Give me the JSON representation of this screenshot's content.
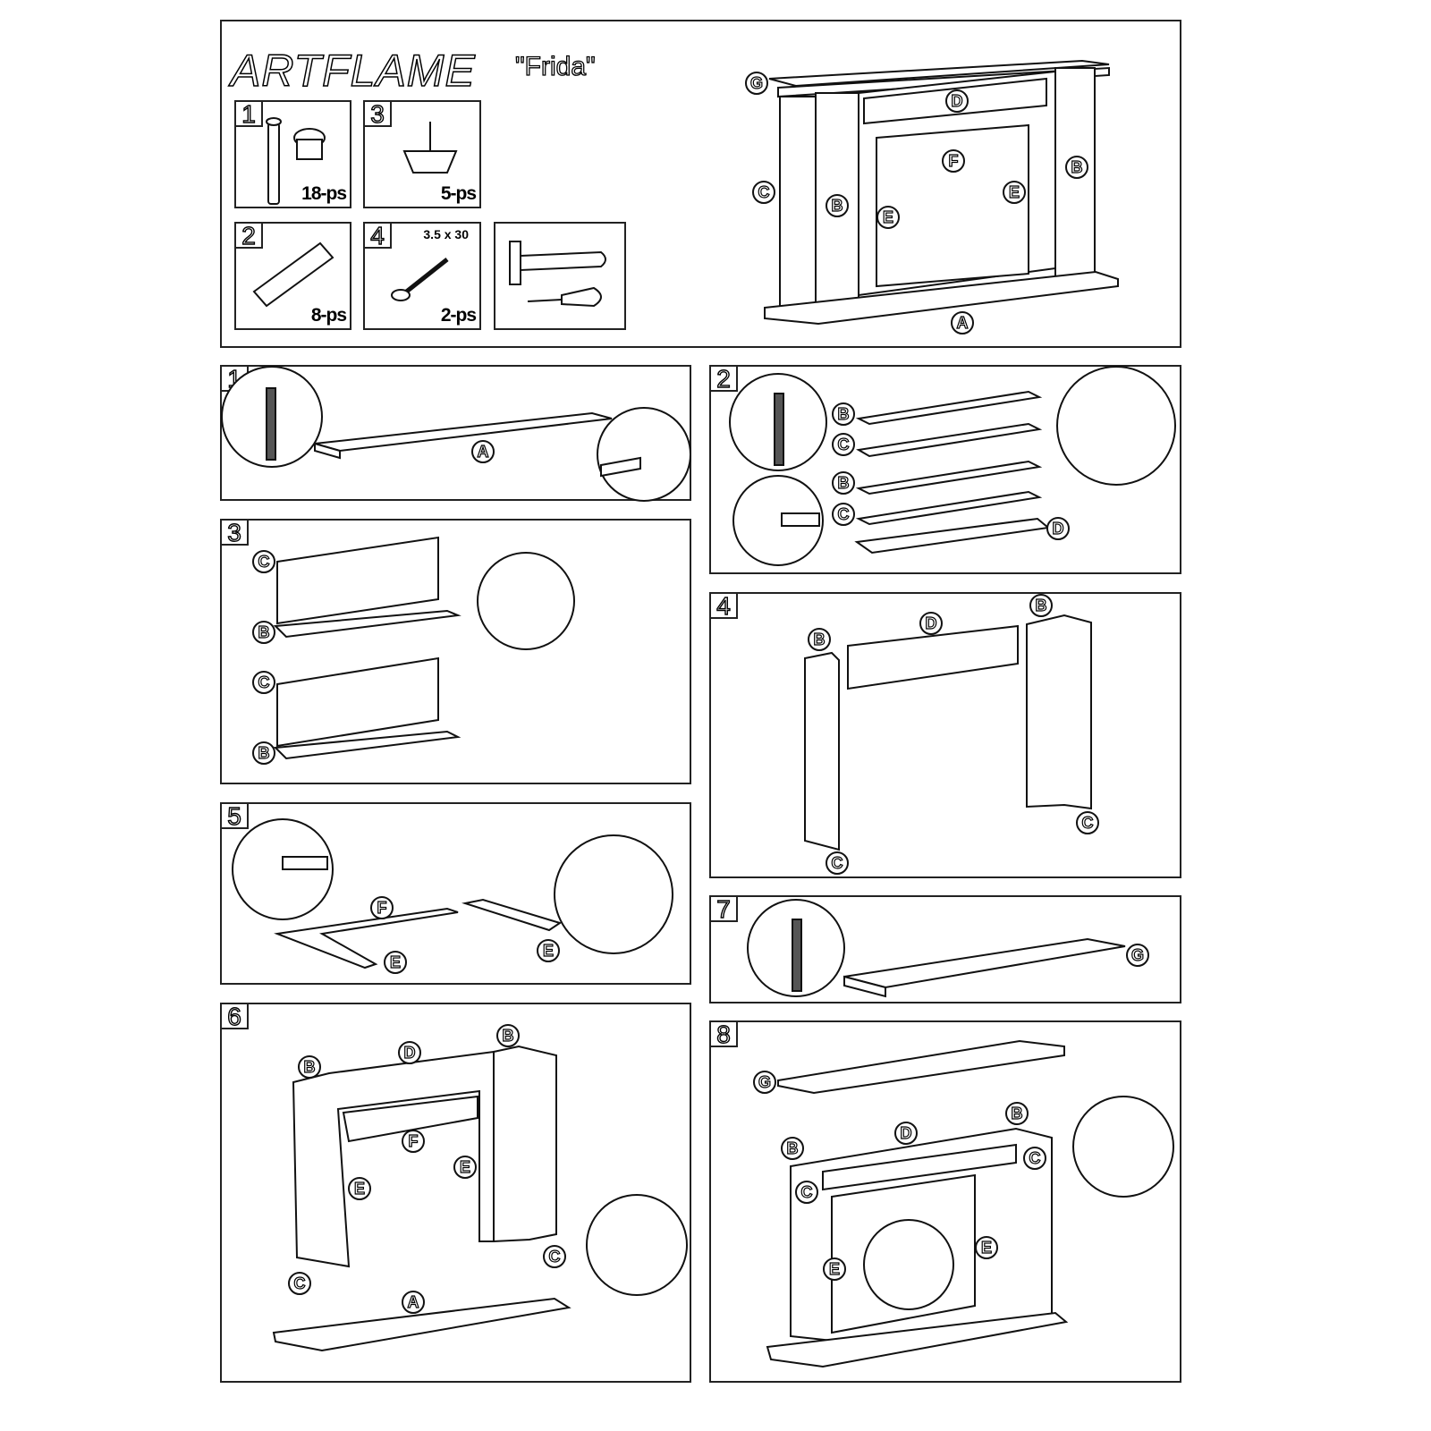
{
  "header": {
    "brand": "ARTFLAME",
    "model": "\"Frida\"",
    "hardware": [
      {
        "num": "1",
        "qty": "18-ps",
        "item": "cam-bolt-and-lock"
      },
      {
        "num": "3",
        "qty": "5-ps",
        "item": "furniture-glide"
      },
      {
        "num": "2",
        "qty": "8-ps",
        "item": "wooden-dowel"
      },
      {
        "num": "4",
        "qty": "2-ps",
        "spec": "3.5 x 30",
        "item": "screw"
      }
    ],
    "tools": [
      "hammer-icon",
      "screwdriver-icon"
    ],
    "overview_labels": [
      "G",
      "D",
      "F",
      "C",
      "B",
      "E",
      "E",
      "B",
      "A"
    ]
  },
  "steps": [
    {
      "num": "1",
      "labels": [
        "A"
      ]
    },
    {
      "num": "2",
      "labels": [
        "B",
        "C",
        "B",
        "C",
        "D"
      ]
    },
    {
      "num": "3",
      "labels": [
        "C",
        "B",
        "C",
        "B"
      ]
    },
    {
      "num": "4",
      "labels": [
        "B",
        "D",
        "B",
        "C",
        "C"
      ]
    },
    {
      "num": "5",
      "labels": [
        "F",
        "E",
        "E"
      ]
    },
    {
      "num": "6",
      "labels": [
        "B",
        "D",
        "B",
        "F",
        "E",
        "E",
        "C",
        "A",
        "C"
      ]
    },
    {
      "num": "7",
      "labels": [
        "G"
      ]
    },
    {
      "num": "8",
      "labels": [
        "G",
        "D",
        "B",
        "B",
        "C",
        "C",
        "E",
        "E"
      ]
    }
  ]
}
